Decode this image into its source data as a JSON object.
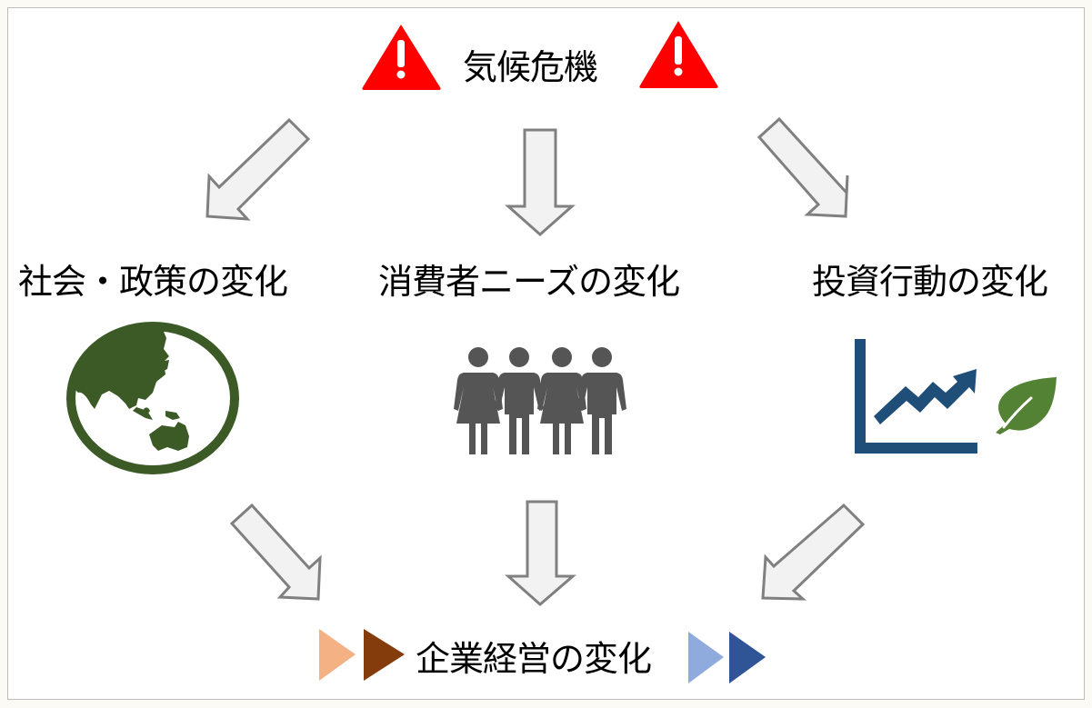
{
  "diagram": {
    "top": {
      "title": "気候危機",
      "icon_left": "warning-icon",
      "icon_right": "warning-icon",
      "warning_color": "#ff0000"
    },
    "causes": [
      {
        "label": "社会・政策の変化",
        "icon": "globe-icon",
        "icon_color": "#3b5a26"
      },
      {
        "label": "消費者ニーズの変化",
        "icon": "people-icon",
        "icon_color": "#555555"
      },
      {
        "label": "投資行動の変化",
        "icon": "growth-chart-icon",
        "icon_color": "#1f4e79",
        "secondary_icon": "leaf-icon",
        "secondary_color": "#548235"
      }
    ],
    "result": {
      "label": "企業経営の変化",
      "left_triangles": [
        "#f4b183",
        "#843c0c"
      ],
      "right_triangles": [
        "#8faadc",
        "#2f5597"
      ]
    },
    "arrows": {
      "fill": "#f2f2f2",
      "stroke": "#808080",
      "from_top": [
        "down-left",
        "down",
        "down-right"
      ],
      "to_bottom": [
        "down-right",
        "down",
        "down-left"
      ]
    }
  }
}
